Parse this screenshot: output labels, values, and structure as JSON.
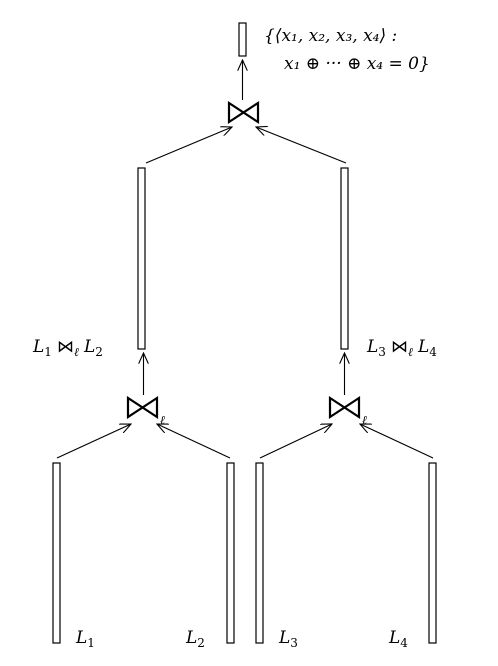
{
  "lists": [
    {
      "id": "L1",
      "var": "L",
      "sub": "1"
    },
    {
      "id": "L2",
      "var": "L",
      "sub": "2"
    },
    {
      "id": "L3",
      "var": "L",
      "sub": "3"
    },
    {
      "id": "L4",
      "var": "L",
      "sub": "4"
    }
  ],
  "merged": [
    {
      "id": "L12",
      "left": {
        "var": "L",
        "sub": "1"
      },
      "op": "⋈",
      "op_sub": "ℓ",
      "right": {
        "var": "L",
        "sub": "2"
      }
    },
    {
      "id": "L34",
      "left": {
        "var": "L",
        "sub": "3"
      },
      "op": "⋈",
      "op_sub": "ℓ",
      "right": {
        "var": "L",
        "sub": "4"
      }
    }
  ],
  "join_operators": {
    "lower_subscript": "ℓ"
  },
  "output": {
    "line1": "{⟨x₁, x₂, x₃, x₄⟩ :",
    "line2": "x₁ ⊕ ··· ⊕ x₄ = 0}"
  }
}
